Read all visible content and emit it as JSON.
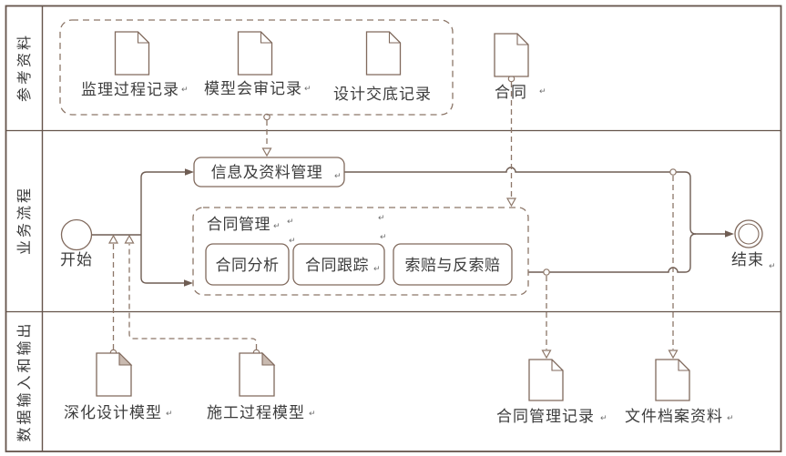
{
  "colors": {
    "shape_stroke": "#80695c",
    "flow_line": "#6f5d53",
    "association_line": "#8c7668",
    "frame_border": "#65544b",
    "text": "#3d3d3d",
    "background": "#ffffff"
  },
  "lanes": [
    {
      "label": "参考资料"
    },
    {
      "label": "业务流程"
    },
    {
      "label": "数据输入和输出"
    }
  ],
  "nodes": {
    "reference_docs": [
      {
        "label": "监理过程记录"
      },
      {
        "label": "模型会审记录"
      },
      {
        "label": "设计交底记录"
      }
    ],
    "contract_doc": {
      "label": "合同"
    },
    "info_mgmt": {
      "label": "信息及资料管理"
    },
    "contract_mgmt": {
      "title": "合同管理",
      "items": [
        {
          "label": "合同分析"
        },
        {
          "label": "合同跟踪"
        },
        {
          "label": "索赔与反索赔"
        }
      ]
    },
    "start": {
      "label": "开始"
    },
    "end": {
      "label": "结束"
    },
    "io_docs": [
      {
        "label": "深化设计模型"
      },
      {
        "label": "施工过程模型"
      },
      {
        "label": "合同管理记录"
      },
      {
        "label": "文件档案资料"
      }
    ]
  },
  "return_mark": "↵"
}
